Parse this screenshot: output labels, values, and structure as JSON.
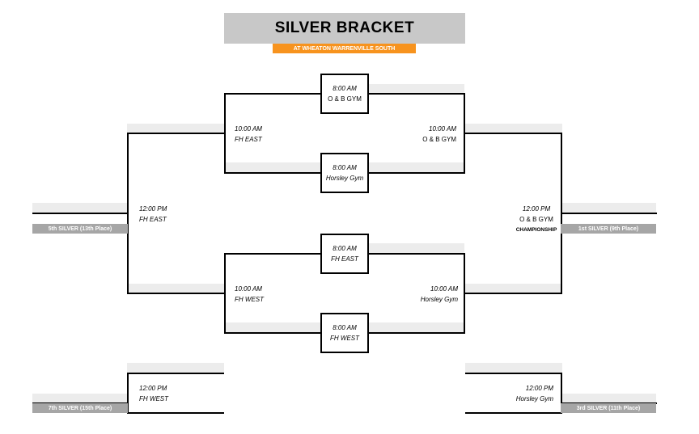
{
  "header": {
    "title": "SILVER BRACKET",
    "subtitle": "AT WHEATON WARRENVILLE SOUTH"
  },
  "colors": {
    "title_bg": "#c8c8c8",
    "subtitle_bg": "#f7931e",
    "placement_bg": "#a6a6a6",
    "band_bg": "#ececec",
    "line": "#000000"
  },
  "games": {
    "r1_top_1": {
      "time": "8:00 AM",
      "location": "O & B GYM"
    },
    "r1_top_2": {
      "time": "8:00 AM",
      "location": "Horsley Gym"
    },
    "r1_bottom_1": {
      "time": "8:00 AM",
      "location": "FH EAST"
    },
    "r1_bottom_2": {
      "time": "8:00 AM",
      "location": "FH WEST"
    },
    "r2_top_left": {
      "time": "10:00 AM",
      "location": "FH EAST"
    },
    "r2_top_right": {
      "time": "10:00 AM",
      "location": "O & B GYM"
    },
    "r2_bottom_left": {
      "time": "10:00 AM",
      "location": "FH WEST"
    },
    "r2_bottom_right": {
      "time": "10:00 AM",
      "location": "Horsley Gym"
    },
    "r3_left": {
      "time": "12:00 PM",
      "location": "FH EAST"
    },
    "r3_right": {
      "time": "12:00 PM",
      "location": "O & B GYM",
      "note": "CHAMPIONSHIP"
    },
    "consolation_left": {
      "time": "12:00 PM",
      "location": "FH WEST"
    },
    "consolation_right": {
      "time": "12:00 PM",
      "location": "Horsley Gym"
    }
  },
  "placements": {
    "fifth": "5th SILVER (13th Place)",
    "first": "1st SILVER (9th Place)",
    "seventh": "7th SILVER (15th Place)",
    "third": "3rd SILVER (11th Place)"
  }
}
